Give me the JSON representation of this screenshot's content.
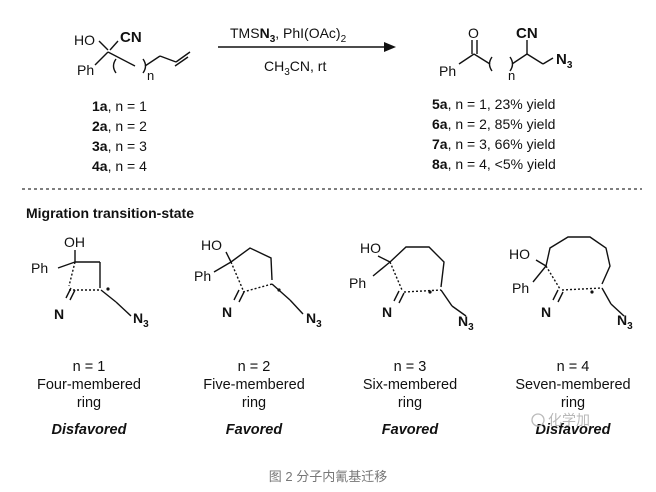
{
  "scheme": {
    "reactant": {
      "ho": "HO",
      "cn": "CN",
      "ph": "Ph",
      "n": "n"
    },
    "arrow": {
      "reagents_pre": "TMS",
      "reagents_n3": "N",
      "reagents_n3_sub": "3",
      "reagents_post": ", PhI(OAc)",
      "reagents_post_sub": "2",
      "solvent_pre": "CH",
      "solvent_sub": "3",
      "solvent_post": "CN, rt"
    },
    "product": {
      "o": "O",
      "cn": "CN",
      "ph": "Ph",
      "n": "n",
      "n3": "N",
      "n3_sub": "3"
    },
    "substrates": [
      {
        "id": "1a",
        "cond": ",   n = 1"
      },
      {
        "id": "2a",
        "cond": ",   n = 2"
      },
      {
        "id": "3a",
        "cond": ",   n = 3"
      },
      {
        "id": "4a",
        "cond": ",   n = 4"
      }
    ],
    "products": [
      {
        "id": "5a",
        "cond": ", n = 1, 23% yield"
      },
      {
        "id": "6a",
        "cond": ", n = 2, 85% yield"
      },
      {
        "id": "7a",
        "cond": ", n = 3, 66% yield"
      },
      {
        "id": "8a",
        "cond": ", n = 4, <5% yield"
      }
    ]
  },
  "section_title": "Migration transition-state",
  "transition_states": [
    {
      "oh": "OH",
      "ph": "Ph",
      "n": "N",
      "n3": "N",
      "n3_sub": "3",
      "n_label": "n = 1",
      "ring1": "Four-membered",
      "ring2": "ring",
      "verdict": "Disfavored"
    },
    {
      "oh": "HO",
      "ph": "Ph",
      "n": "N",
      "n3": "N",
      "n3_sub": "3",
      "n_label": "n = 2",
      "ring1": "Five-membered",
      "ring2": "ring",
      "verdict": "Favored"
    },
    {
      "oh": "HO",
      "ph": "Ph",
      "n": "N",
      "n3": "N",
      "n3_sub": "3",
      "n_label": "n = 3",
      "ring1": "Six-membered",
      "ring2": "ring",
      "verdict": "Favored"
    },
    {
      "oh": "HO",
      "ph": "Ph",
      "n": "N",
      "n3": "N",
      "n3_sub": "3",
      "n_label": "n = 4",
      "ring1": "Seven-membered",
      "ring2": "ring",
      "verdict": "Disfavored"
    }
  ],
  "watermark": "化学加",
  "caption": "图 2 分子内氰基迁移",
  "colors": {
    "ink": "#111111",
    "caption": "#777777"
  }
}
